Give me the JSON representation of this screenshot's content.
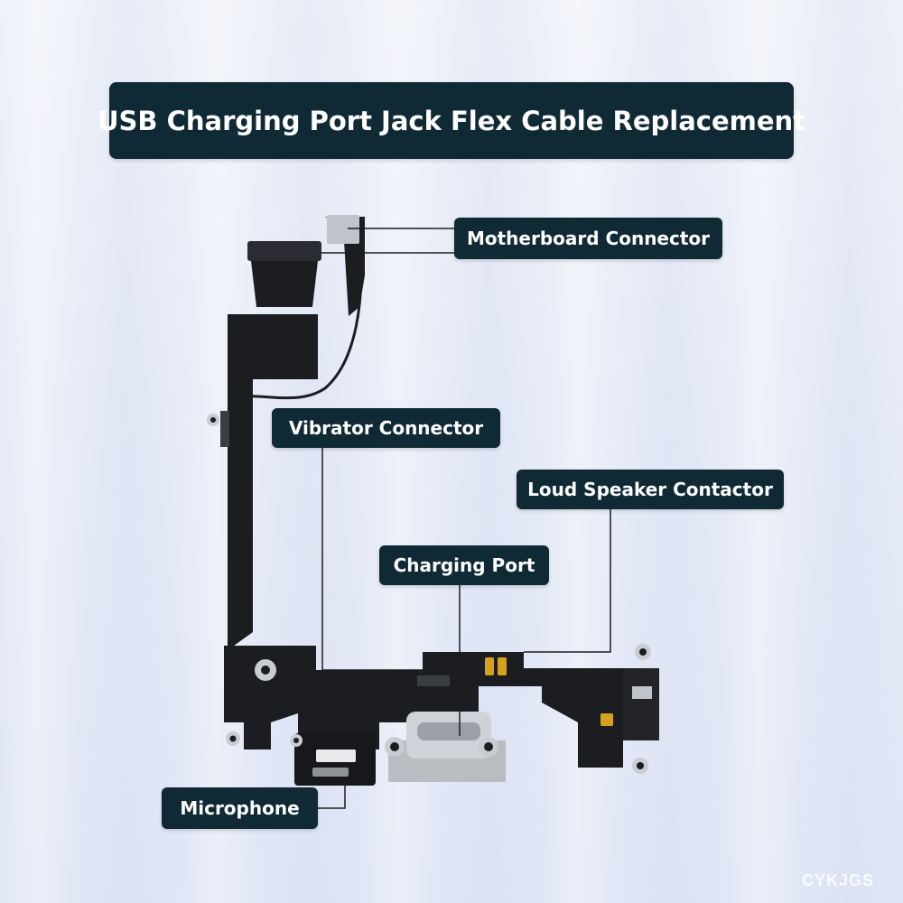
{
  "title": "USB Charging Port Jack Flex Cable Replacement",
  "labels": {
    "motherboard_connector": "Motherboard Connector",
    "vibrator_connector": "Vibrator Connector",
    "loud_speaker_contactor": "Loud Speaker Contactor",
    "charging_port": "Charging Port",
    "microphone": "Microphone"
  },
  "watermark": "CYKJGS",
  "colors": {
    "label_bg": "#0f2a35",
    "label_text": "#ffffff",
    "flex_cable": "#1b1d21",
    "metal": "#c9cdd2",
    "contact_gold": "#d6a21d"
  }
}
